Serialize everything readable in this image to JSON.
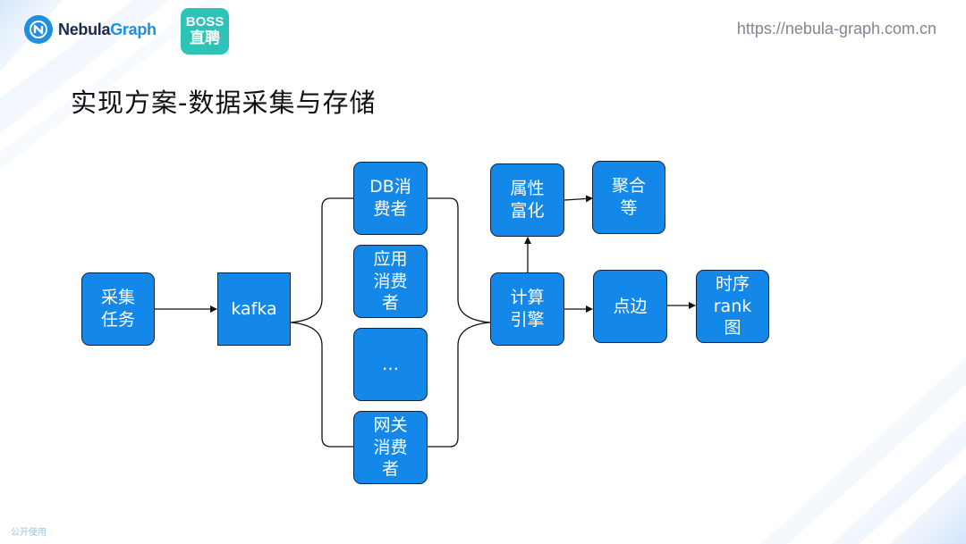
{
  "header": {
    "logo_prefix": "Nebula",
    "logo_suffix": "Graph",
    "boss_line1": "BOSS",
    "boss_line2": "直聘",
    "url": "https://nebula-graph.com.cn"
  },
  "title": "实现方案-数据采集与存储",
  "footer": "公开使用",
  "nodes": {
    "collect": "采集\n任务",
    "kafka": "kafka",
    "db_consumer": "DB消\n费者",
    "app_consumer": "应用\n消费\n者",
    "ellipsis": "…",
    "gateway_consumer": "网关\n消费\n者",
    "engine": "计算\n引擎",
    "attr_enrich": "属性\n富化",
    "aggregate": "聚合\n等",
    "point_edge": "点边",
    "timeseries": "时序\nrank\n图"
  },
  "colors": {
    "node_fill": "#1488e8",
    "node_border": "#13253d",
    "line": "#111111"
  }
}
